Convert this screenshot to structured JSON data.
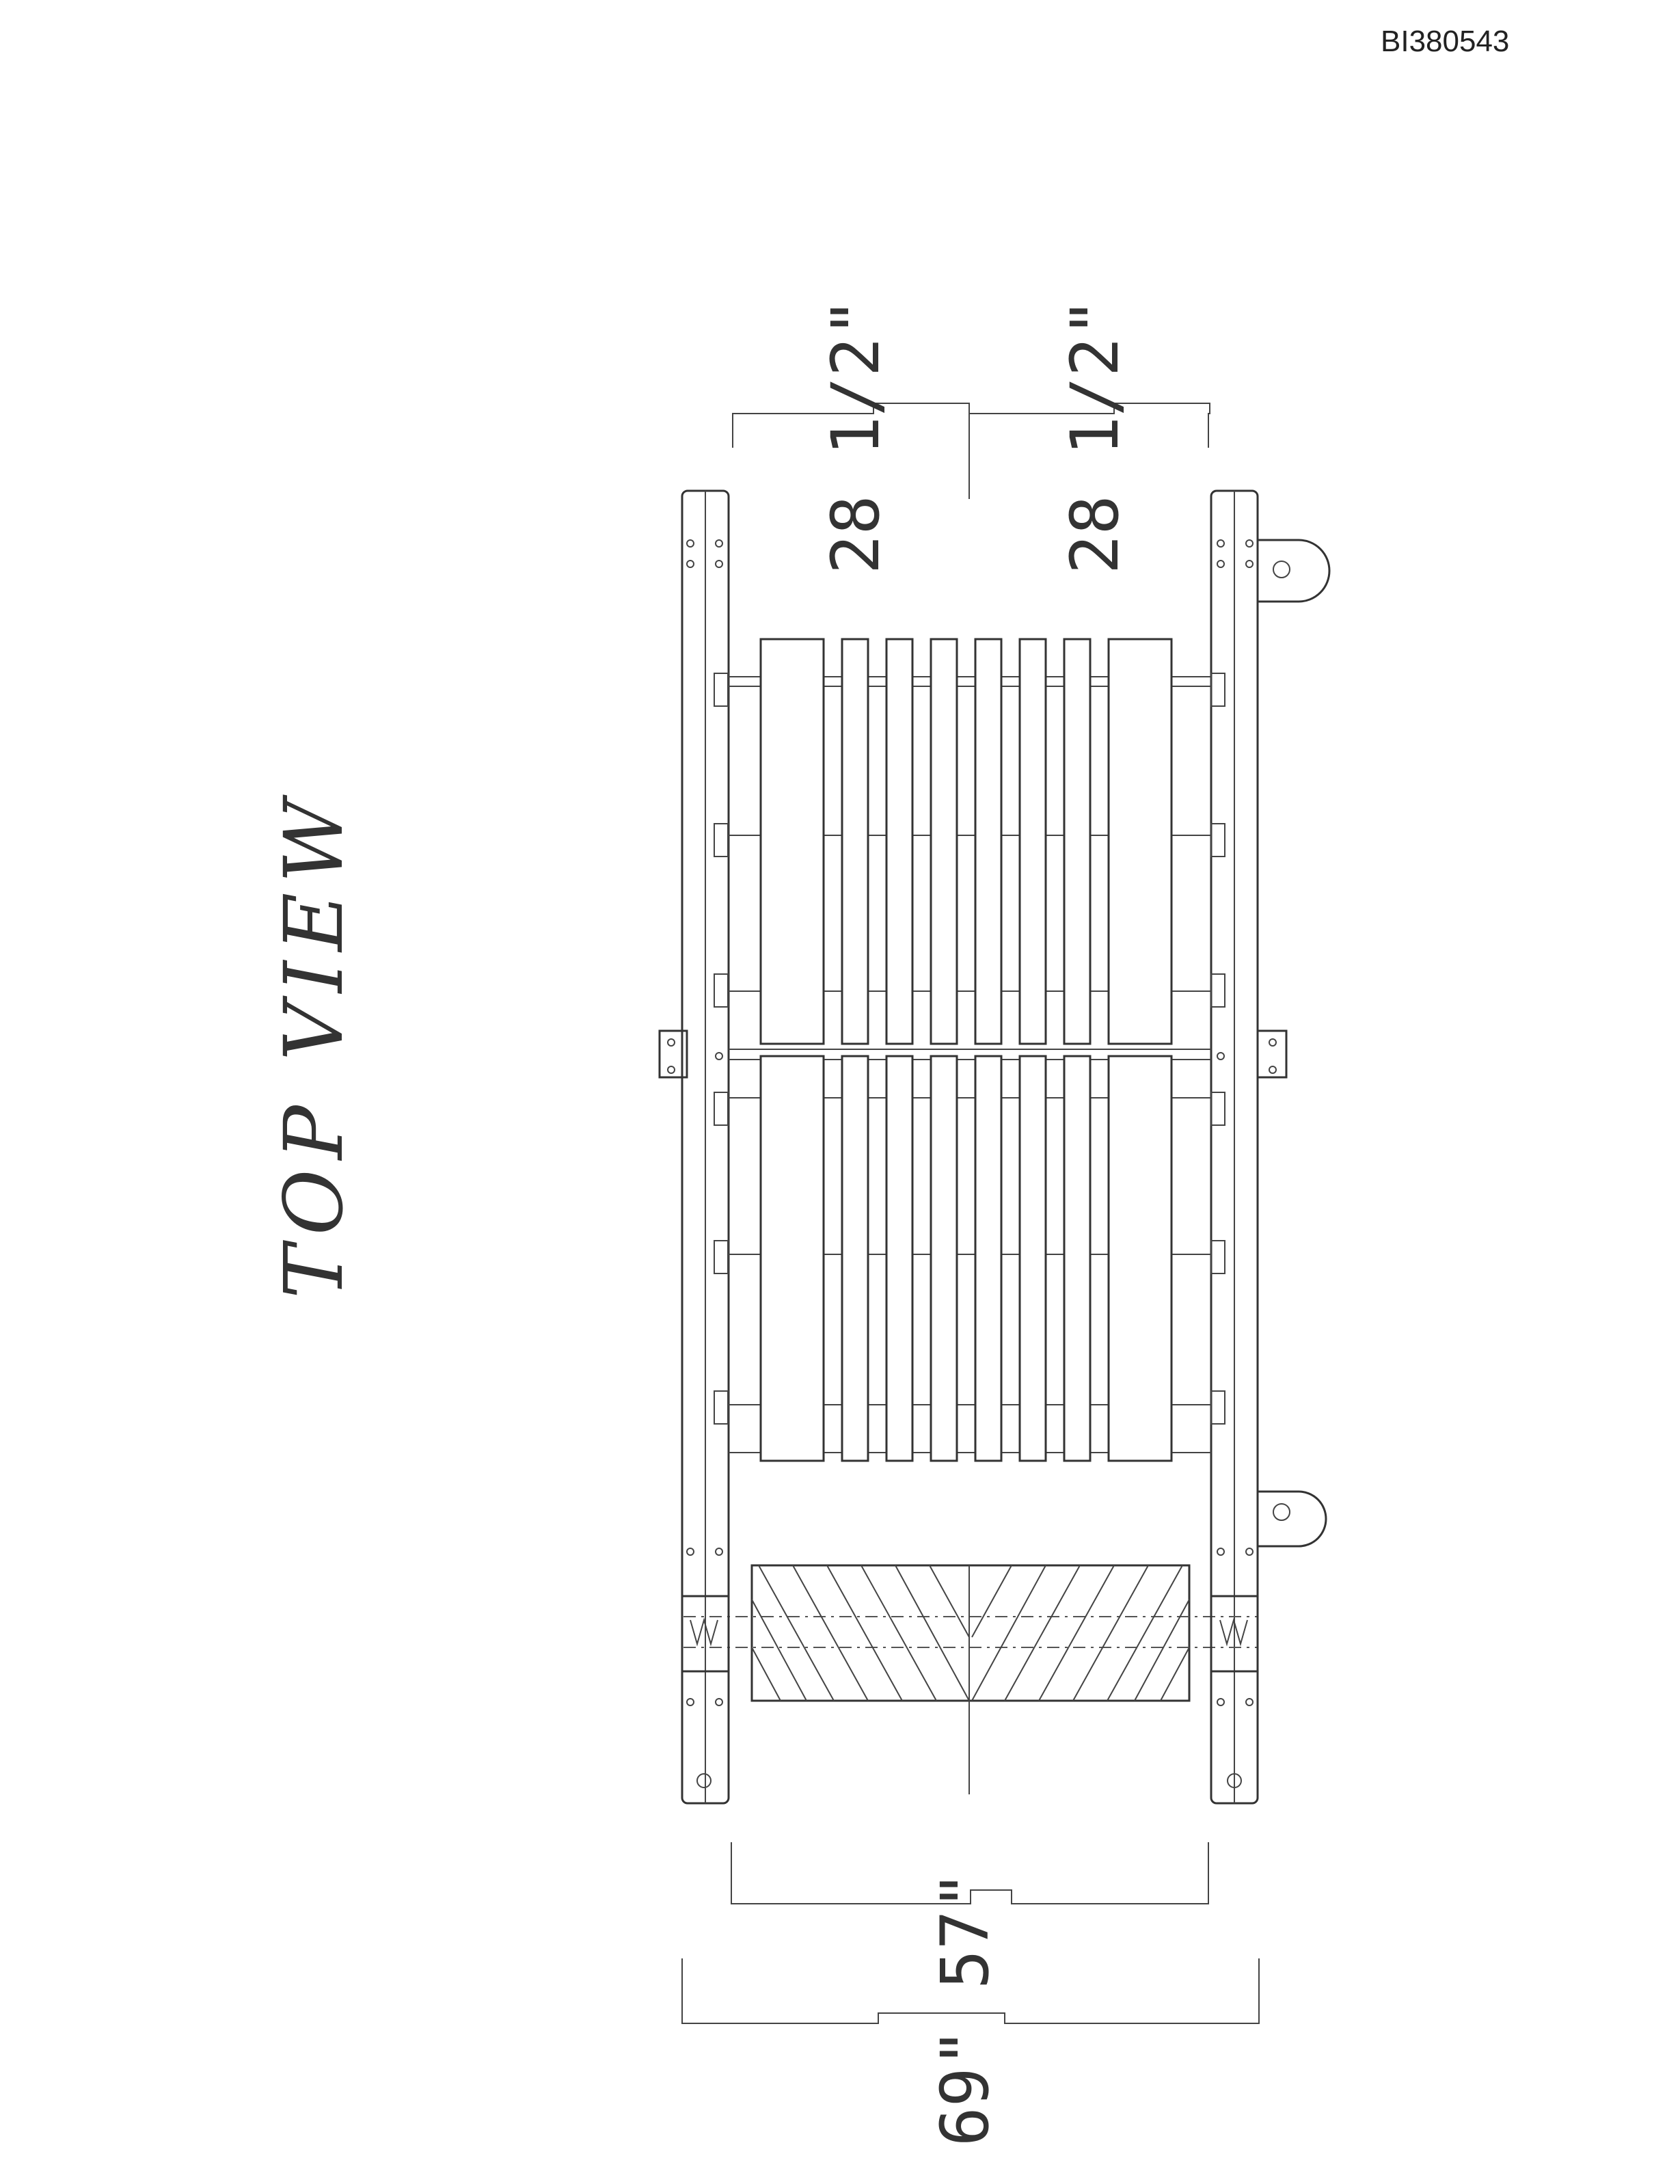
{
  "document": {
    "id": "BI380543"
  },
  "drawing": {
    "view_label": "TOP VIEW",
    "dimensions": {
      "upper_left_width": "28 1/2\"",
      "upper_right_width": "28 1/2\"",
      "inner_width": "57\"",
      "outer_width": "69\""
    }
  }
}
